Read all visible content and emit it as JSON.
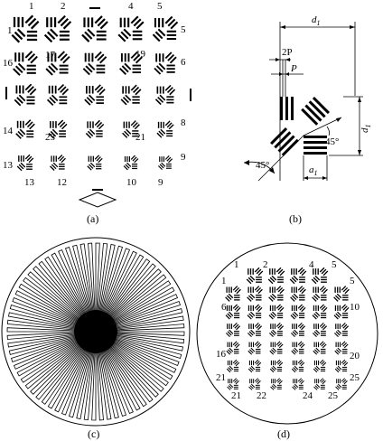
{
  "panels": {
    "a": {
      "caption": "(a)",
      "top_labels": [
        "1",
        "2",
        "4",
        "5"
      ],
      "left_labels": [
        "1",
        "16",
        "14",
        "13"
      ],
      "right_labels": [
        "5",
        "6",
        "8",
        "9"
      ],
      "inner_labels": [
        "17",
        "19",
        "23",
        "21"
      ],
      "bottom_labels": [
        "13",
        "12",
        "10",
        "9"
      ]
    },
    "b": {
      "caption": "(b)",
      "d1": "d",
      "d1_sub": "1",
      "two_p": "2P",
      "p": "P",
      "a1": "a",
      "a1_sub": "1",
      "angle_1": "45°",
      "angle_2": "45°"
    },
    "c": {
      "caption": "(c)"
    },
    "d": {
      "caption": "(d)",
      "top_labels": [
        "1",
        "2",
        "4",
        "5"
      ],
      "left_labels": [
        "1",
        "6",
        "16",
        "21"
      ],
      "right_labels": [
        "5",
        "10",
        "20",
        "25"
      ],
      "bottom_labels": [
        "21",
        "22",
        "24",
        "25"
      ]
    }
  }
}
